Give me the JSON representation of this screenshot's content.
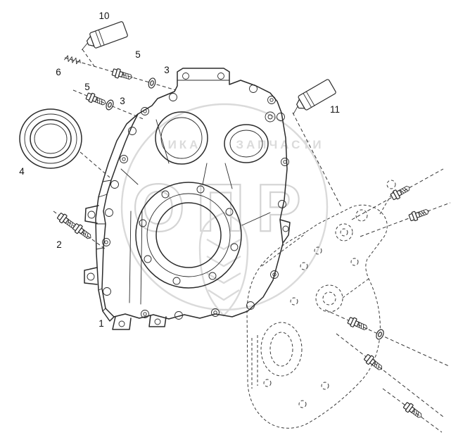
{
  "diagram_type": "exploded-parts-diagram",
  "part_labels": [
    {
      "text": "10"
    },
    {
      "text": "6"
    },
    {
      "text": "5"
    },
    {
      "text": "3"
    },
    {
      "text": "5"
    },
    {
      "text": "3"
    },
    {
      "text": "4"
    },
    {
      "text": "2"
    },
    {
      "text": "1"
    },
    {
      "text": "11"
    }
  ],
  "watermark": {
    "big_text": "ОПР",
    "small_text_left": "ИКА",
    "small_text_right": "ЗАПЧАСТИ"
  },
  "colors": {
    "background": "#ffffff",
    "line": "#2b2b2b",
    "watermark": "#bdbdbd"
  }
}
